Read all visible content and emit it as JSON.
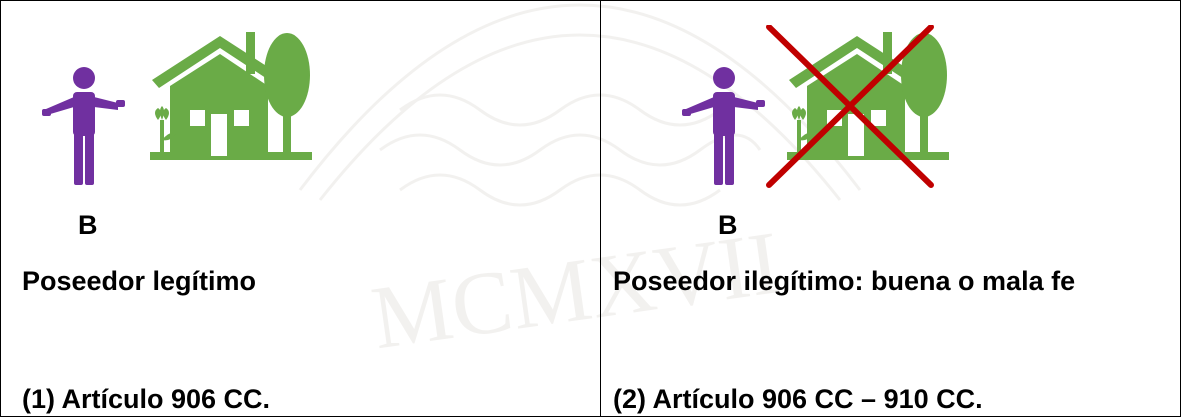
{
  "watermark_text": "MCMXVII",
  "colors": {
    "person": "#7030A0",
    "house": "#6AAB47",
    "cross": "#C00000"
  },
  "panels": [
    {
      "icons": [
        "person-icon",
        "house-icon"
      ],
      "letter": "B",
      "label": "Poseedor legítimo",
      "article": "(1) Artículo 906 CC."
    },
    {
      "icons": [
        "person-icon",
        "house-icon",
        "cross-icon"
      ],
      "letter": "B",
      "label": "Poseedor ilegítimo: buena o mala fe",
      "article": "(2) Artículo 906 CC – 910 CC."
    }
  ]
}
